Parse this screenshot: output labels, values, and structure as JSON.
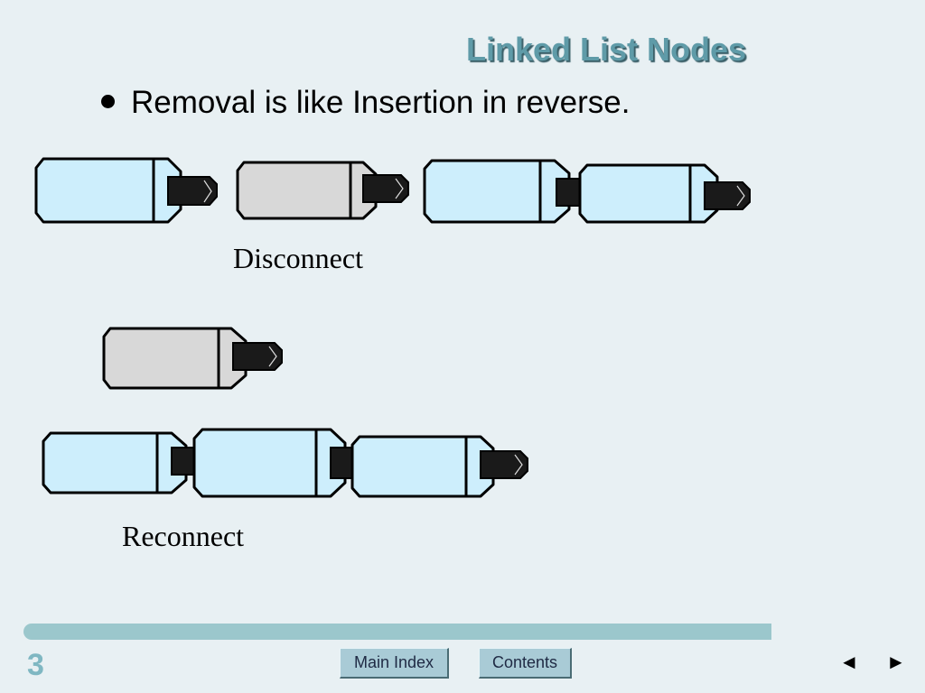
{
  "slide": {
    "title": "Linked List Nodes",
    "bullet": "Removal is like Insertion in reverse.",
    "captions": {
      "disconnect": "Disconnect",
      "reconnect": "Reconnect"
    },
    "page_number": "3"
  },
  "footer": {
    "main_index_label": "Main Index",
    "contents_label": "Contents",
    "prev_label": "◄",
    "next_label": "►"
  },
  "colors": {
    "node_fill_light_blue": "#cdeefc",
    "node_fill_gray": "#d8d8d8",
    "connector_fill": "#1a1a1a",
    "title_color": "#5f9ba8",
    "background": "#e8f0f3"
  }
}
